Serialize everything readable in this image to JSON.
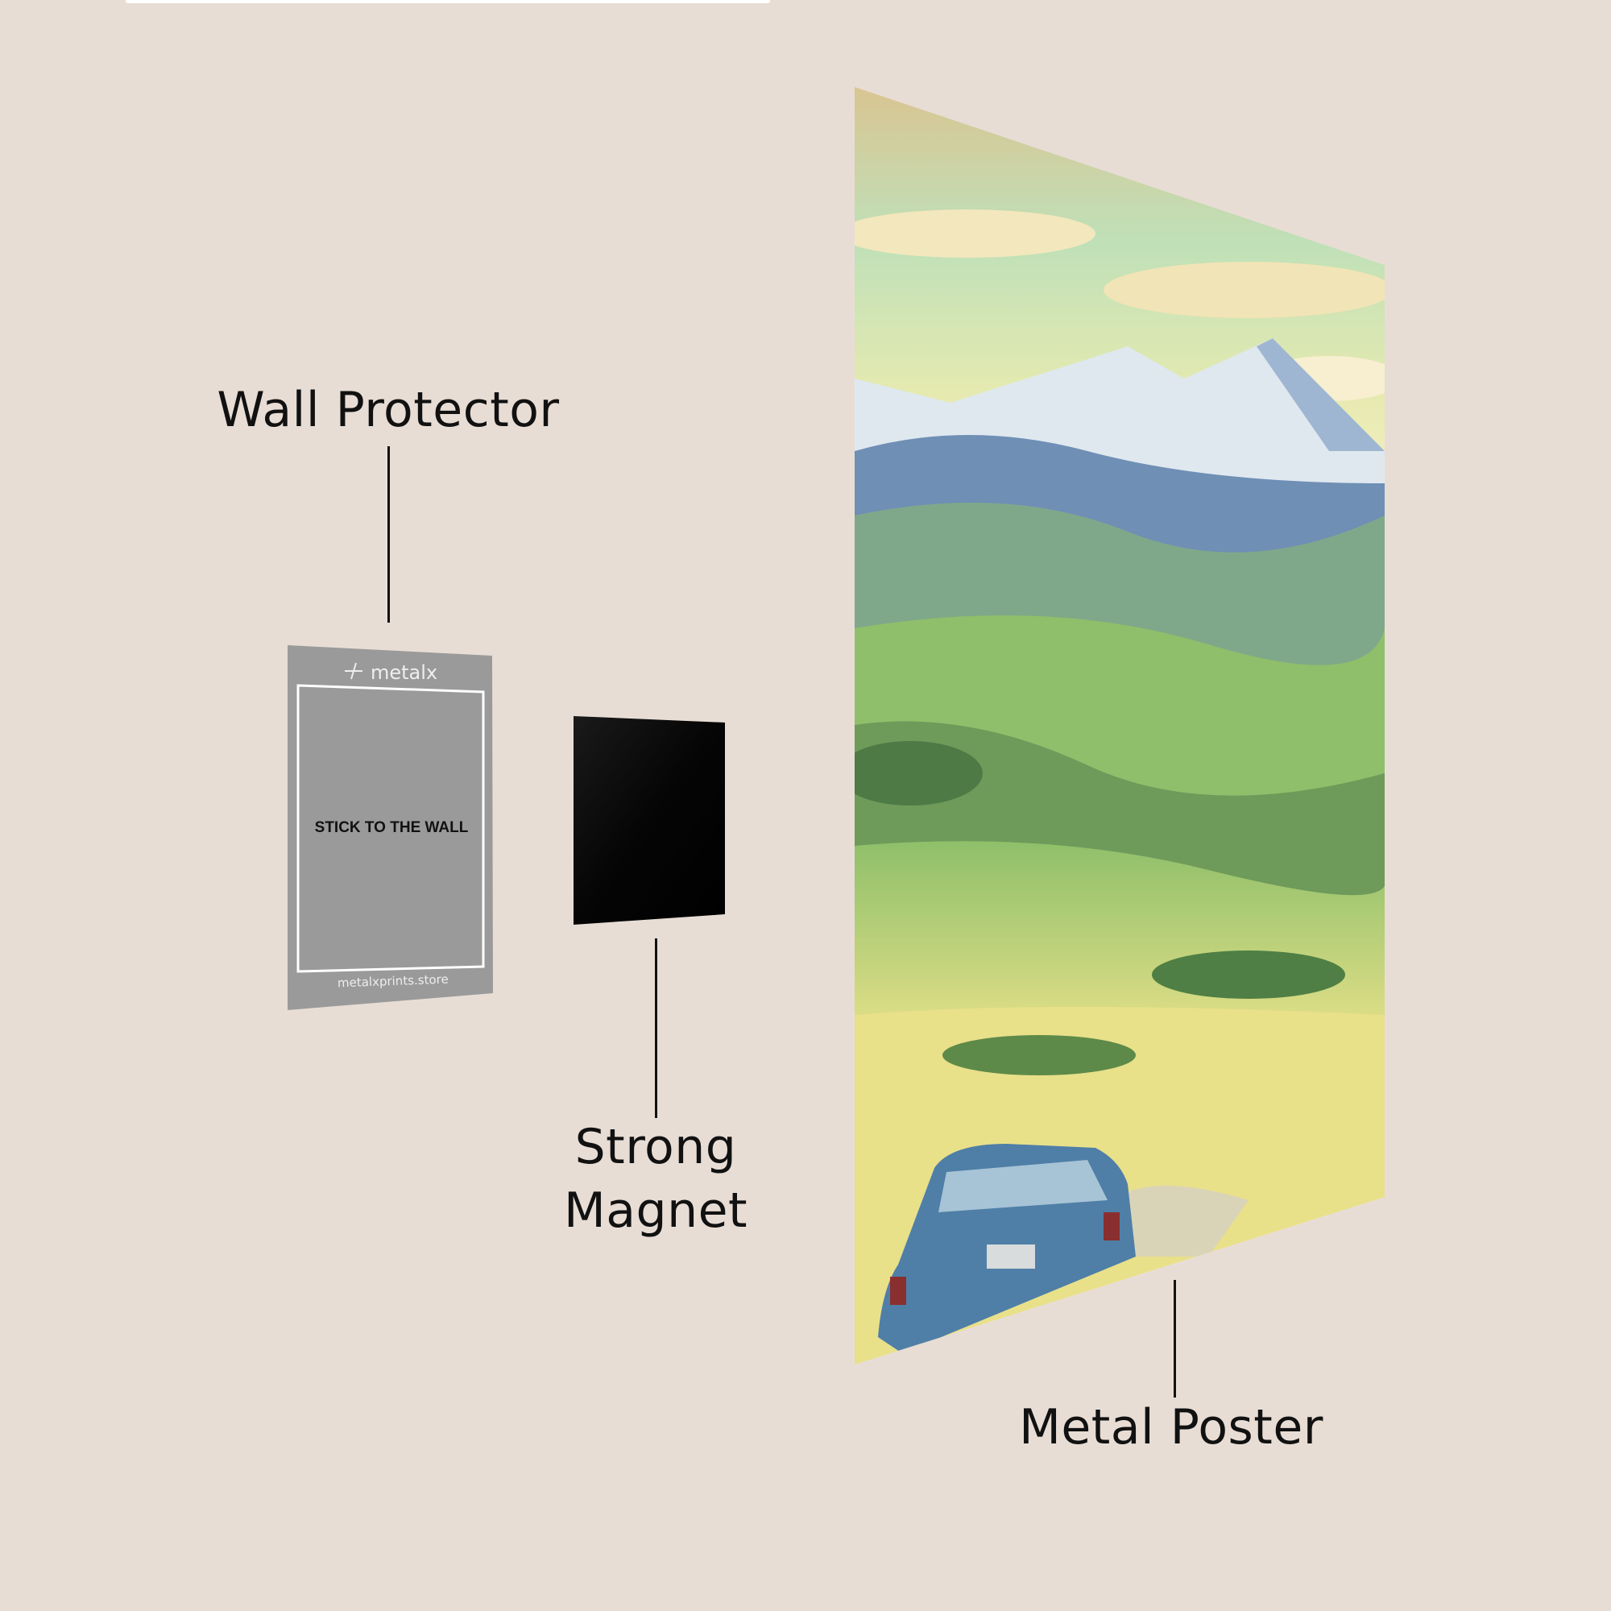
{
  "labels": {
    "wall_protector": "Wall Protector",
    "strong_magnet_line1": "Strong",
    "strong_magnet_line2": "Magnet",
    "metal_poster": "Metal Poster"
  },
  "wall_protector": {
    "brand": "metalx",
    "instruction": "STICK TO THE WALL",
    "website": "metalxprints.store",
    "color": "#9a9a9a"
  },
  "magnet": {
    "color": "#050505"
  },
  "background_color": "#e8ddd5"
}
